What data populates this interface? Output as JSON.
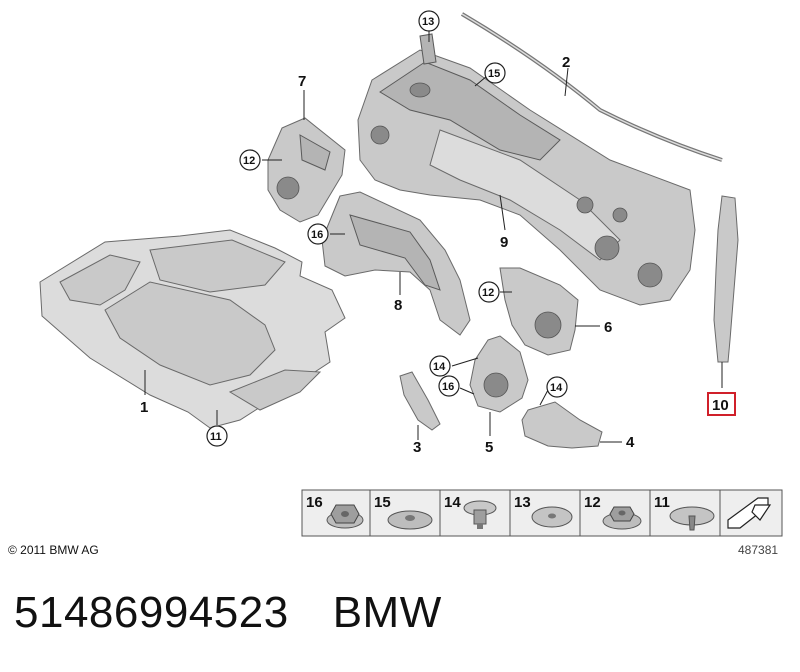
{
  "callouts": {
    "c1": "1",
    "c2": "2",
    "c3": "3",
    "c4": "4",
    "c5": "5",
    "c6": "6",
    "c7": "7",
    "c8": "8",
    "c9": "9",
    "c10": "10",
    "c11": "11",
    "c12a": "12",
    "c12b": "12",
    "c13": "13",
    "c14a": "14",
    "c14b": "14",
    "c15": "15",
    "c16a": "16",
    "c16b": "16"
  },
  "fastener_legend": [
    "16",
    "15",
    "14",
    "13",
    "12",
    "11"
  ],
  "copyright": "© 2011 BMW AG",
  "image_ref": "487381",
  "part_number": "51486994523",
  "brand": "BMW",
  "colors": {
    "part_fill": "#c9c9c9",
    "part_stroke": "#6a6a6a",
    "highlight_box": "#d0202a",
    "legend_bg": "#eeeeee"
  }
}
